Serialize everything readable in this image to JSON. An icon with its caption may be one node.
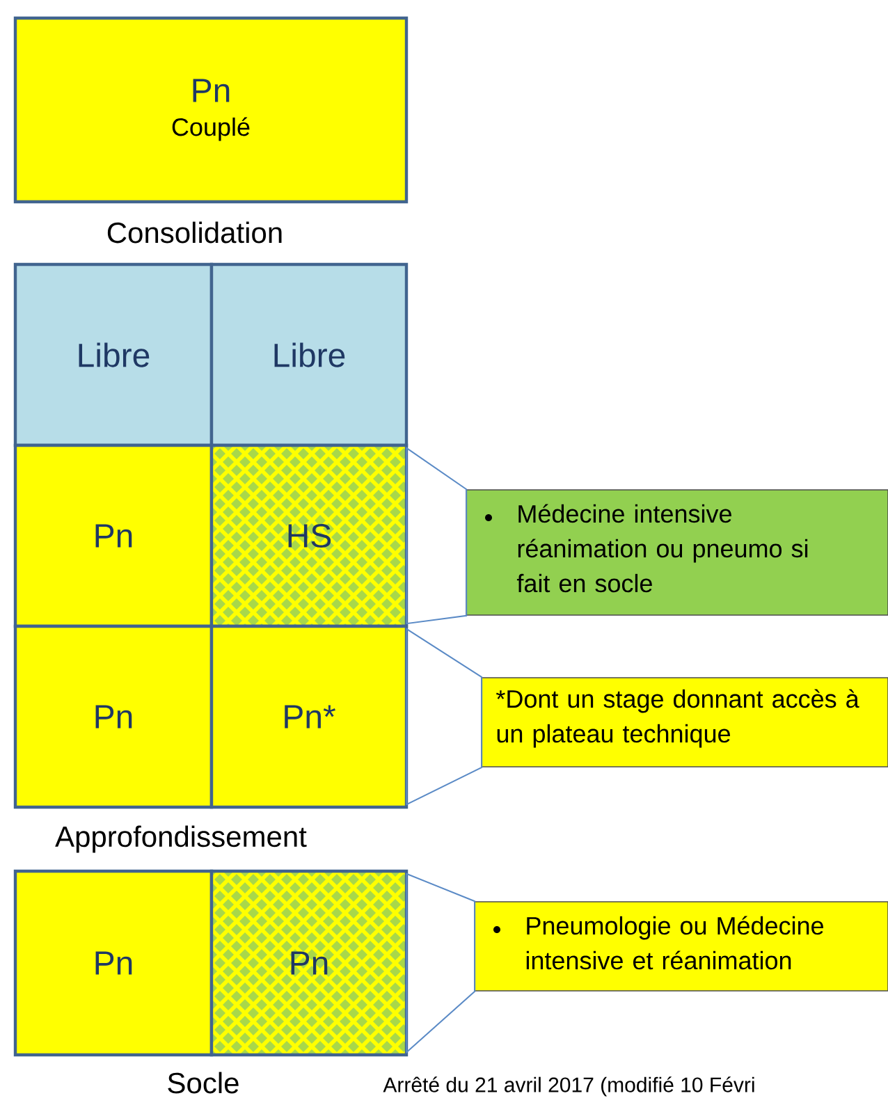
{
  "diagram": {
    "nodes": [
      {
        "text": [
          "Pn",
          "Couplé"
        ]
      },
      {
        "text": [
          "Libre"
        ]
      },
      {
        "text": [
          "Libre"
        ]
      },
      {
        "text": [
          "Pn"
        ]
      },
      {
        "text": [
          "HS"
        ]
      },
      {
        "text": [
          "Pn"
        ]
      },
      {
        "text": [
          "Pn*"
        ]
      },
      {
        "text": [
          "Pn"
        ]
      },
      {
        "text": [
          "Pn"
        ]
      },
      {
        "text": [
          "Médecine intensive réanimation ou pneumo si fait en socle"
        ]
      },
      {
        "text": [
          "*Dont un stage donnant accès à un plateau technique"
        ]
      },
      {
        "text": [
          "Pneumologie ou Médecine intensive et réanimation"
        ]
      }
    ],
    "edges": [
      {
        "from": 9,
        "to": 4,
        "arrow": "none"
      },
      {
        "from": 10,
        "to": 6,
        "arrow": "none"
      },
      {
        "from": 11,
        "to": 8,
        "arrow": "none"
      }
    ],
    "labels": [
      "Consolidation",
      "Approfondissement",
      "Socle",
      "Arrêté du 21 avril 2017 (modifié 10 Févri"
    ]
  }
}
